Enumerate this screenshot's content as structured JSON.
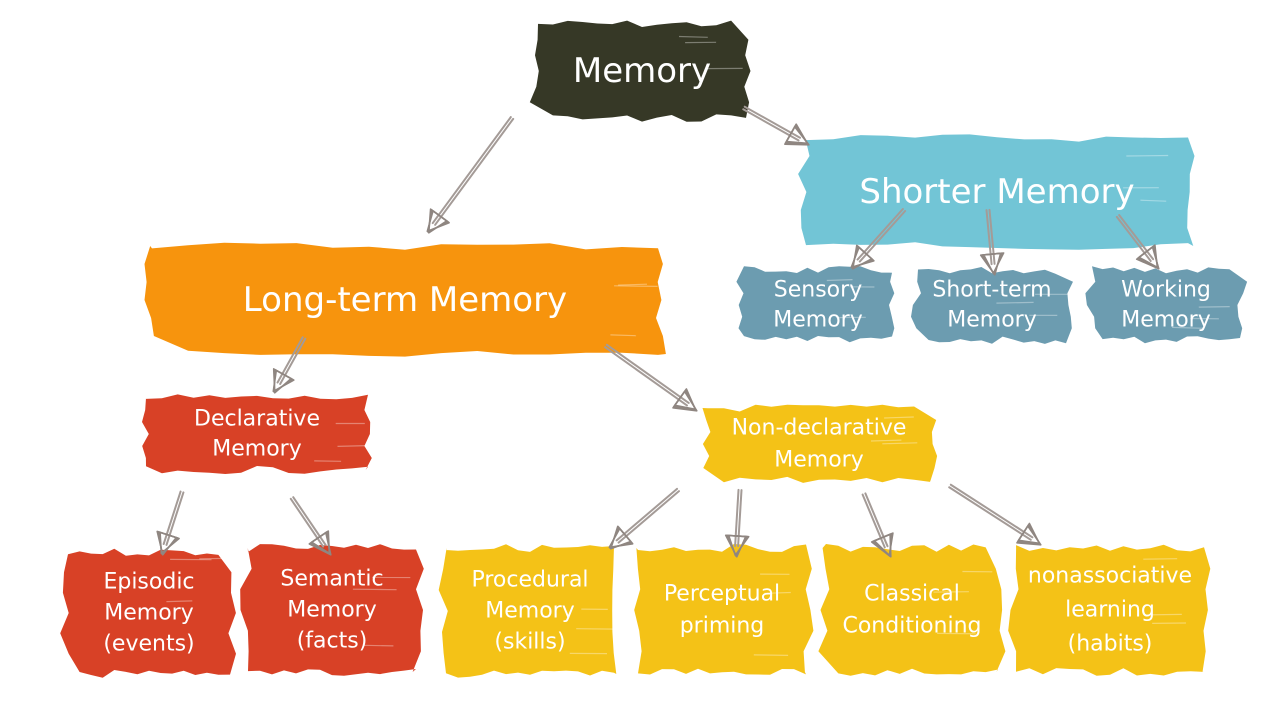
{
  "colors": {
    "root": "#363826",
    "short_term": "#72c5d6",
    "short_children": "#6c9cb0",
    "long_term": "#f7940d",
    "declarative": "#d84126",
    "non_declarative": "#f4c217",
    "arrow": "#a49b97"
  },
  "nodes": {
    "memory": {
      "lines": [
        "Memory"
      ]
    },
    "shorter_memory": {
      "lines": [
        "Shorter Memory"
      ]
    },
    "sensory_memory": {
      "lines": [
        "Sensory",
        "Memory"
      ]
    },
    "short_term_memory": {
      "lines": [
        "Short-term",
        "Memory"
      ]
    },
    "working_memory": {
      "lines": [
        "Working",
        "Memory"
      ]
    },
    "long_term_memory": {
      "lines": [
        "Long-term Memory"
      ]
    },
    "declarative_memory": {
      "lines": [
        "Declarative",
        "Memory"
      ]
    },
    "non_declarative_memory": {
      "lines": [
        "Non-declarative",
        "Memory"
      ]
    },
    "episodic_memory": {
      "lines": [
        "Episodic",
        "Memory",
        "(events)"
      ]
    },
    "semantic_memory": {
      "lines": [
        "Semantic",
        "Memory",
        "(facts)"
      ]
    },
    "procedural_memory": {
      "lines": [
        "Procedural",
        "Memory",
        "(skills)"
      ]
    },
    "perceptual_priming": {
      "lines": [
        "Perceptual",
        "priming"
      ]
    },
    "classical_conditioning": {
      "lines": [
        "Classical",
        "Conditioning"
      ]
    },
    "nonassociative_learning": {
      "lines": [
        "nonassociative",
        "learning",
        "(habits)"
      ]
    }
  }
}
